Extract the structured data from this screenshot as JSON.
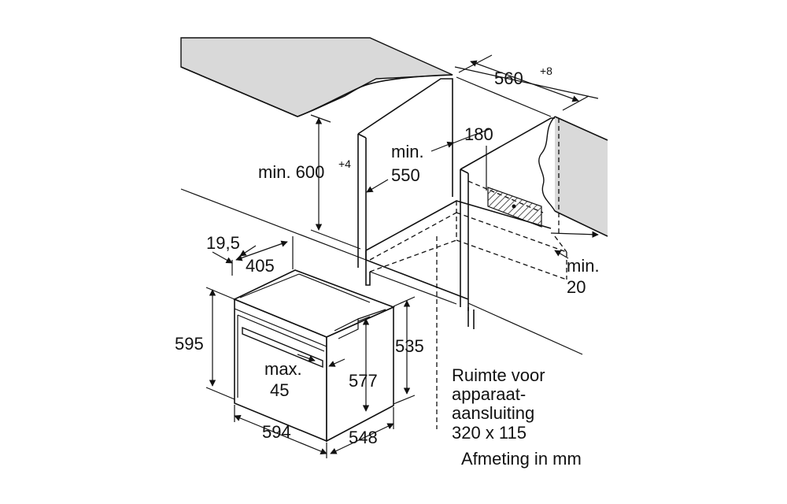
{
  "labels": {
    "width_cabinet": "560",
    "width_cabinet_tol": "+8",
    "height_min": "min. 600",
    "height_min_tol": "+4",
    "depth_min_l1": "min.",
    "depth_min_l2": "550",
    "dim_180": "180",
    "clear_l1": "min.",
    "clear_l2": "20",
    "dim_19_5": "19,5",
    "dim_405": "405",
    "dim_595": "595",
    "dim_535": "535",
    "dim_577": "577",
    "max_l1": "max.",
    "max_l2": "45",
    "dim_594": "594",
    "dim_548": "548",
    "note_l1": "Ruimte voor",
    "note_l2": "apparaat-",
    "note_l3": "aansluiting",
    "note_l4": "320 x 115",
    "note_l5": "Afmeting in mm"
  },
  "colors": {
    "line": "#111111",
    "countertop": "#d9d9d9",
    "hatch": "#555555"
  }
}
